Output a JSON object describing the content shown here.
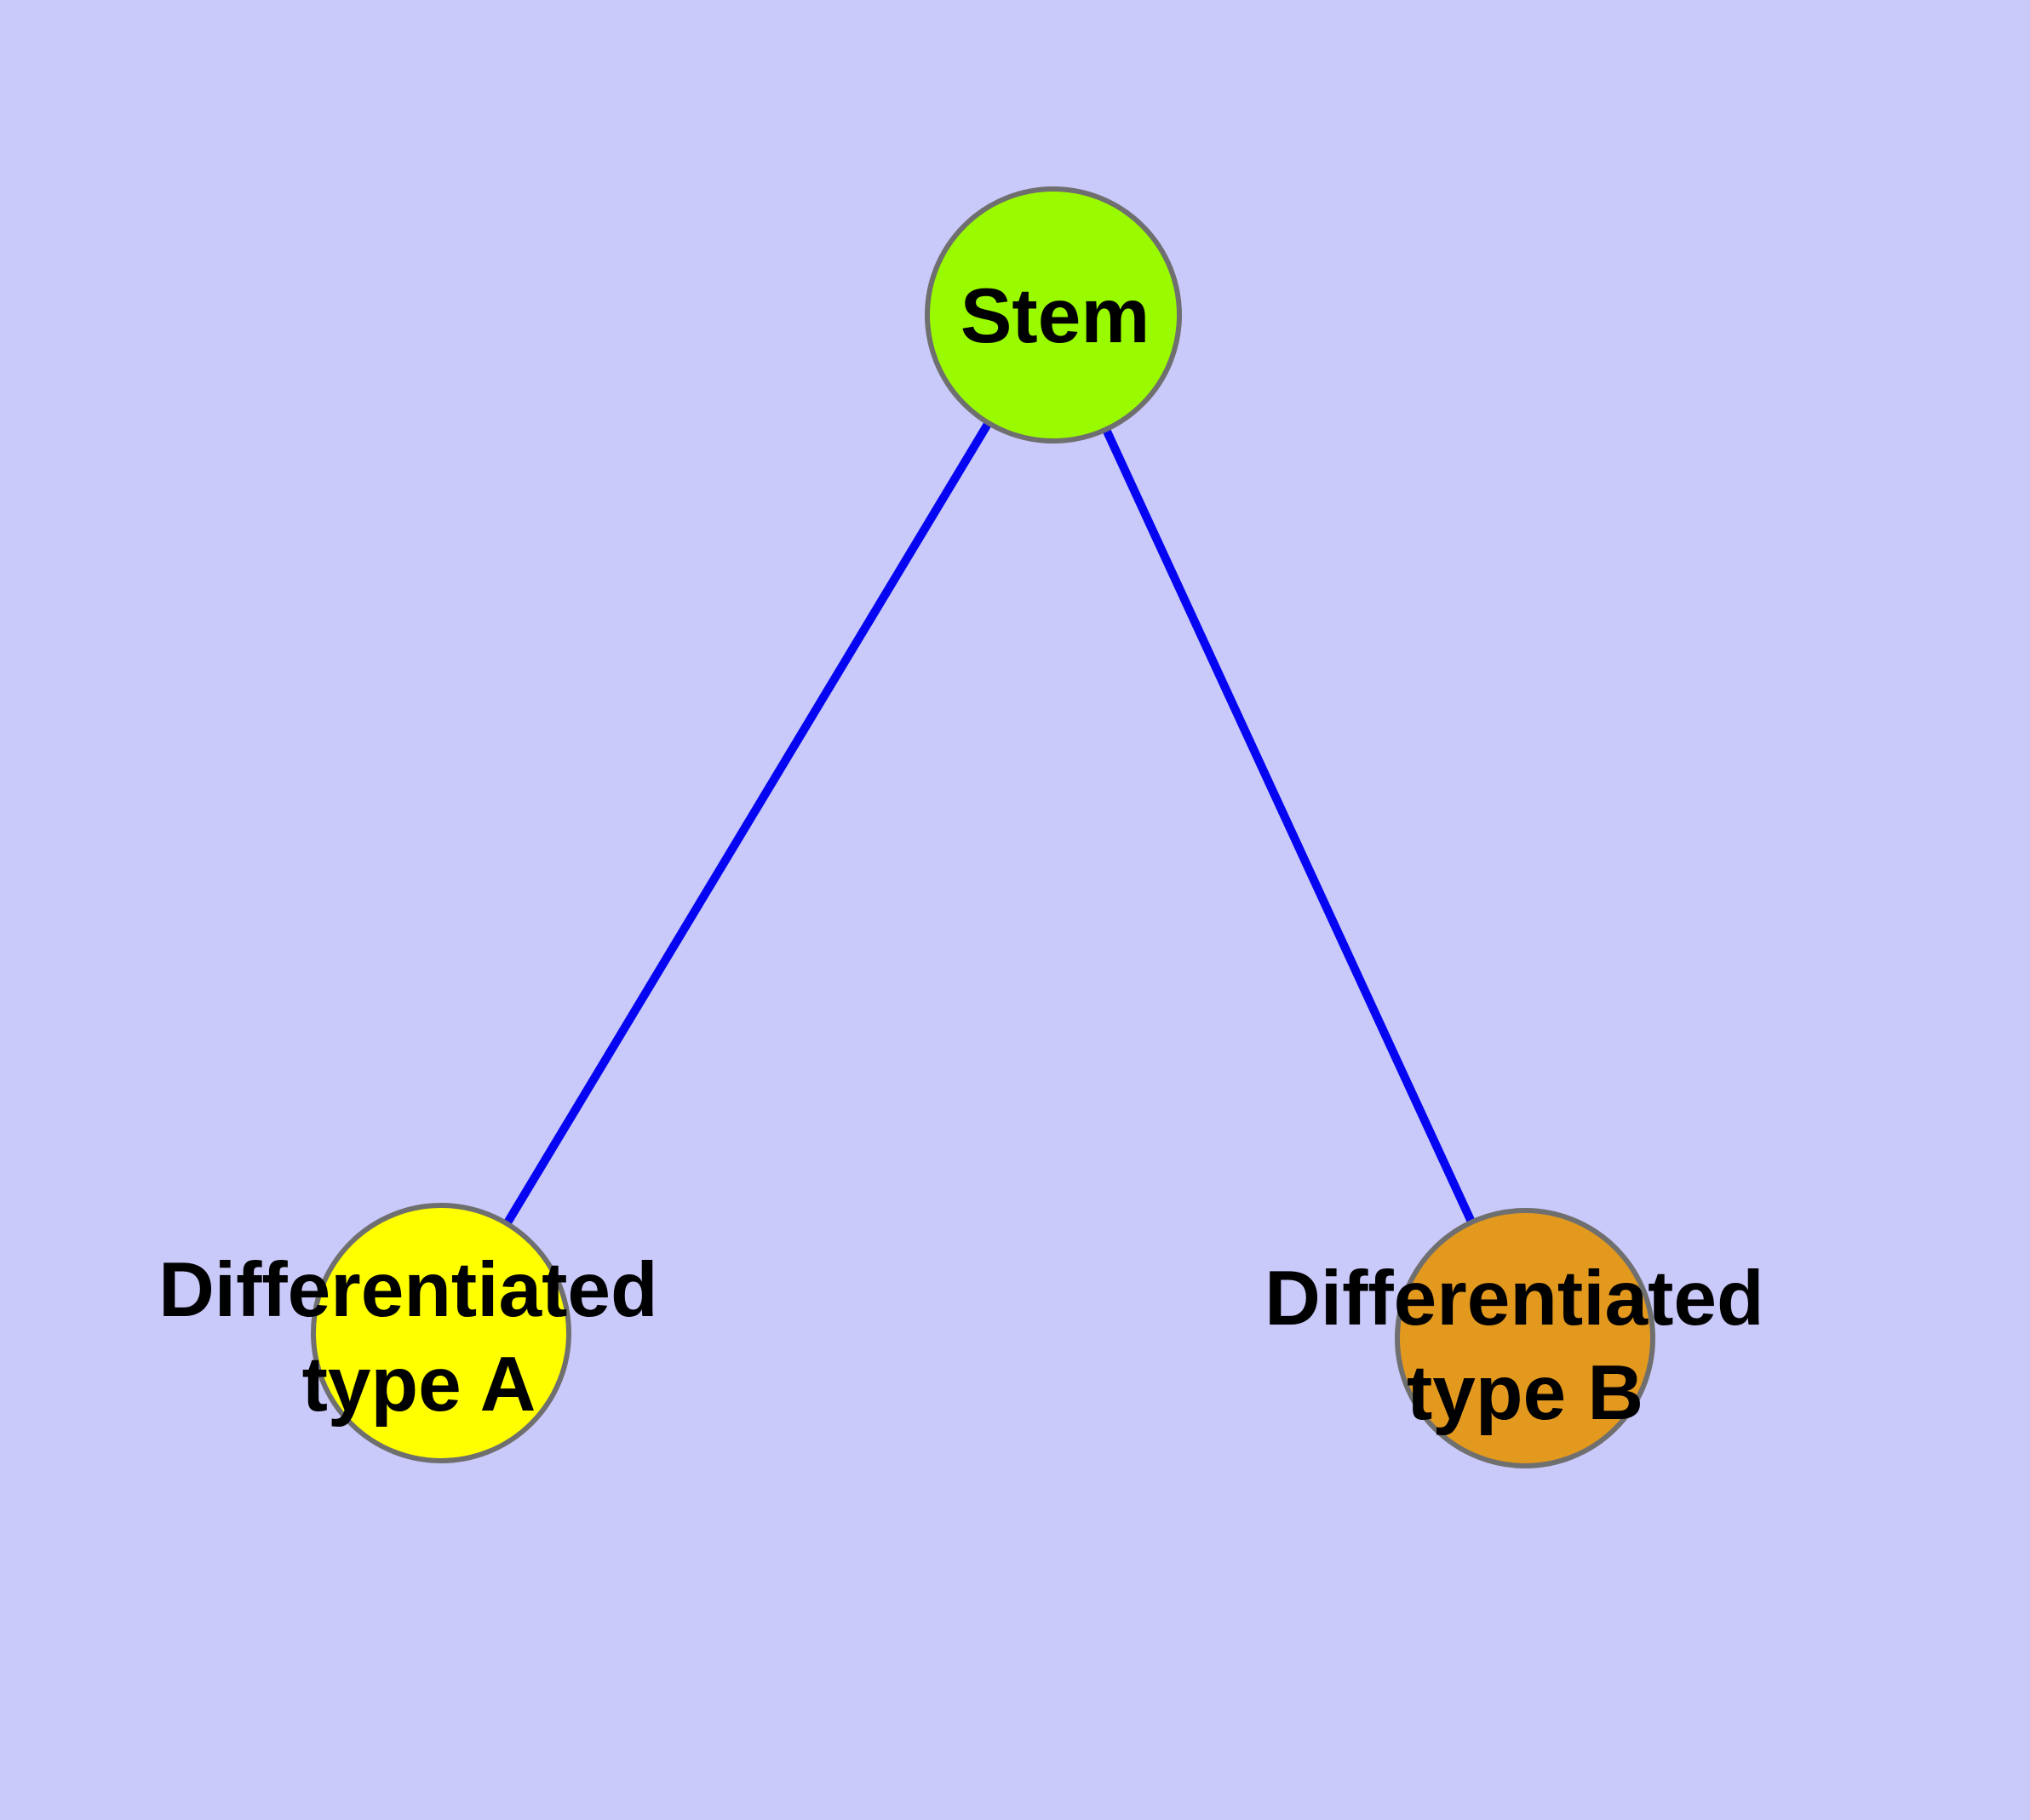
{
  "diagram": {
    "background_color": "#c9c9fa",
    "node_border_color": "#6f6f6f",
    "edge_color": "#0505f2",
    "text_color": "#000000",
    "nodes": {
      "stem": {
        "label": "Stem",
        "fill": "#9afb00"
      },
      "type_a": {
        "line1": "Differentiated",
        "line2": "type A",
        "fill": "#ffff00"
      },
      "type_b": {
        "line1": "Differentiated",
        "line2": "type B",
        "fill": "#e3991e"
      }
    },
    "edges": [
      {
        "from": "Stem",
        "to": "Differentiated type A"
      },
      {
        "from": "Stem",
        "to": "Differentiated type B"
      }
    ]
  }
}
